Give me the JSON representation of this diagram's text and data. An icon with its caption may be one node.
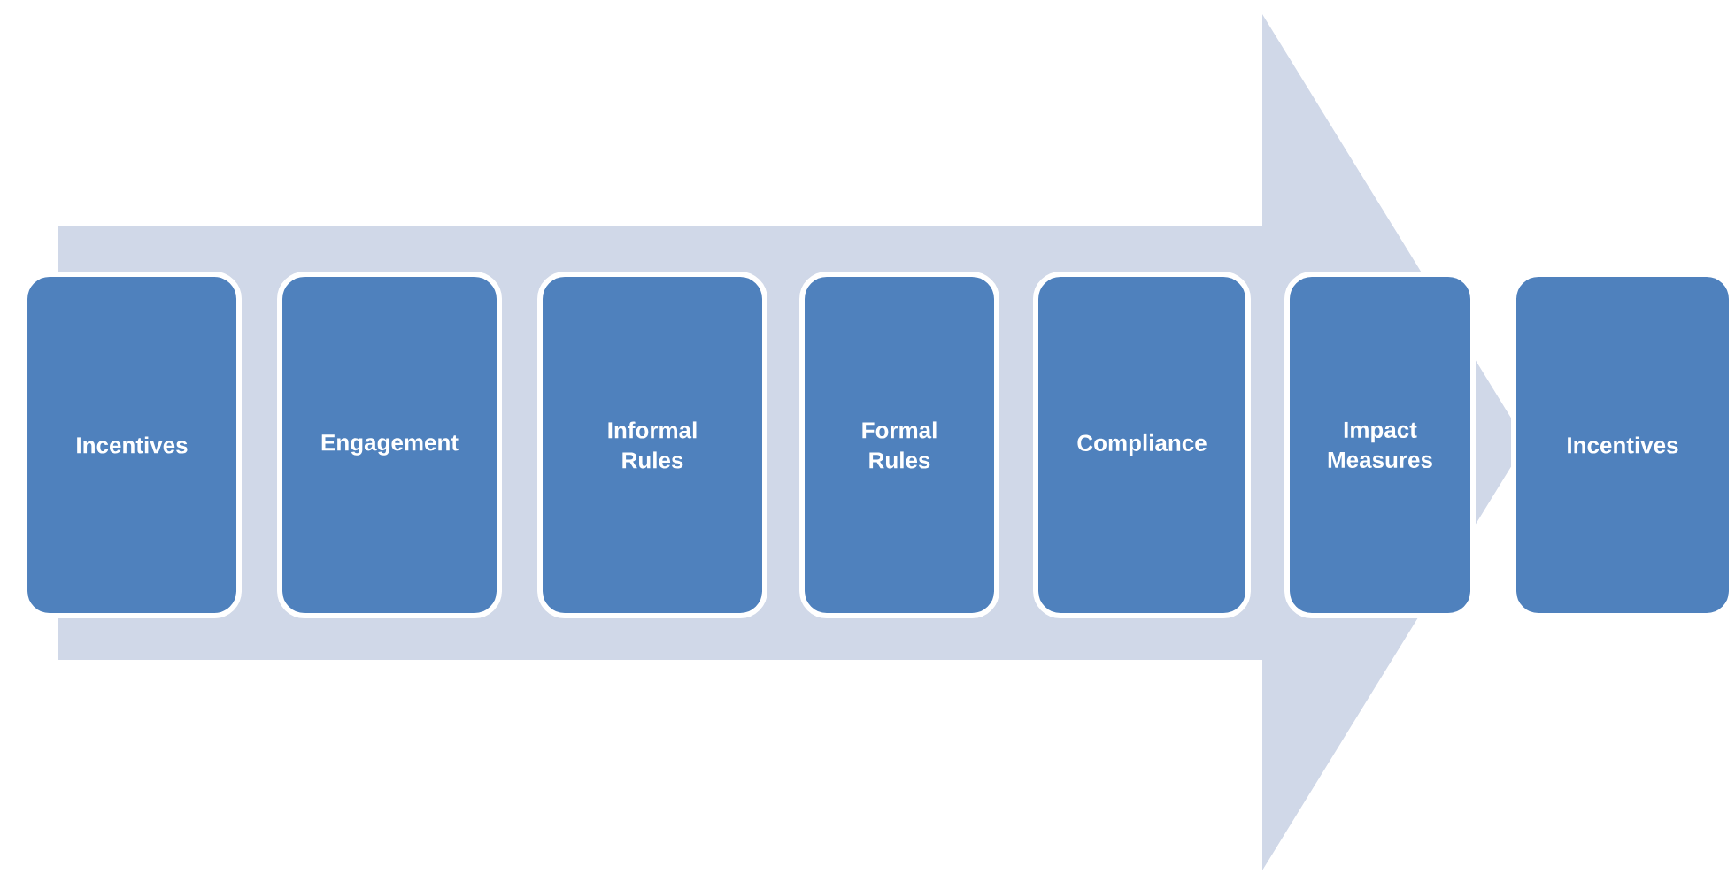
{
  "diagram": {
    "nodes": [
      {
        "text": [
          "Incentives"
        ]
      },
      {
        "text": [
          "Engagement"
        ]
      },
      {
        "text": [
          "Informal Rules"
        ]
      },
      {
        "text": [
          "Formal Rules"
        ]
      },
      {
        "text": [
          "Compliance"
        ]
      },
      {
        "text": [
          "Impact Measures"
        ]
      },
      {
        "text": [
          "Incentives"
        ]
      }
    ]
  }
}
